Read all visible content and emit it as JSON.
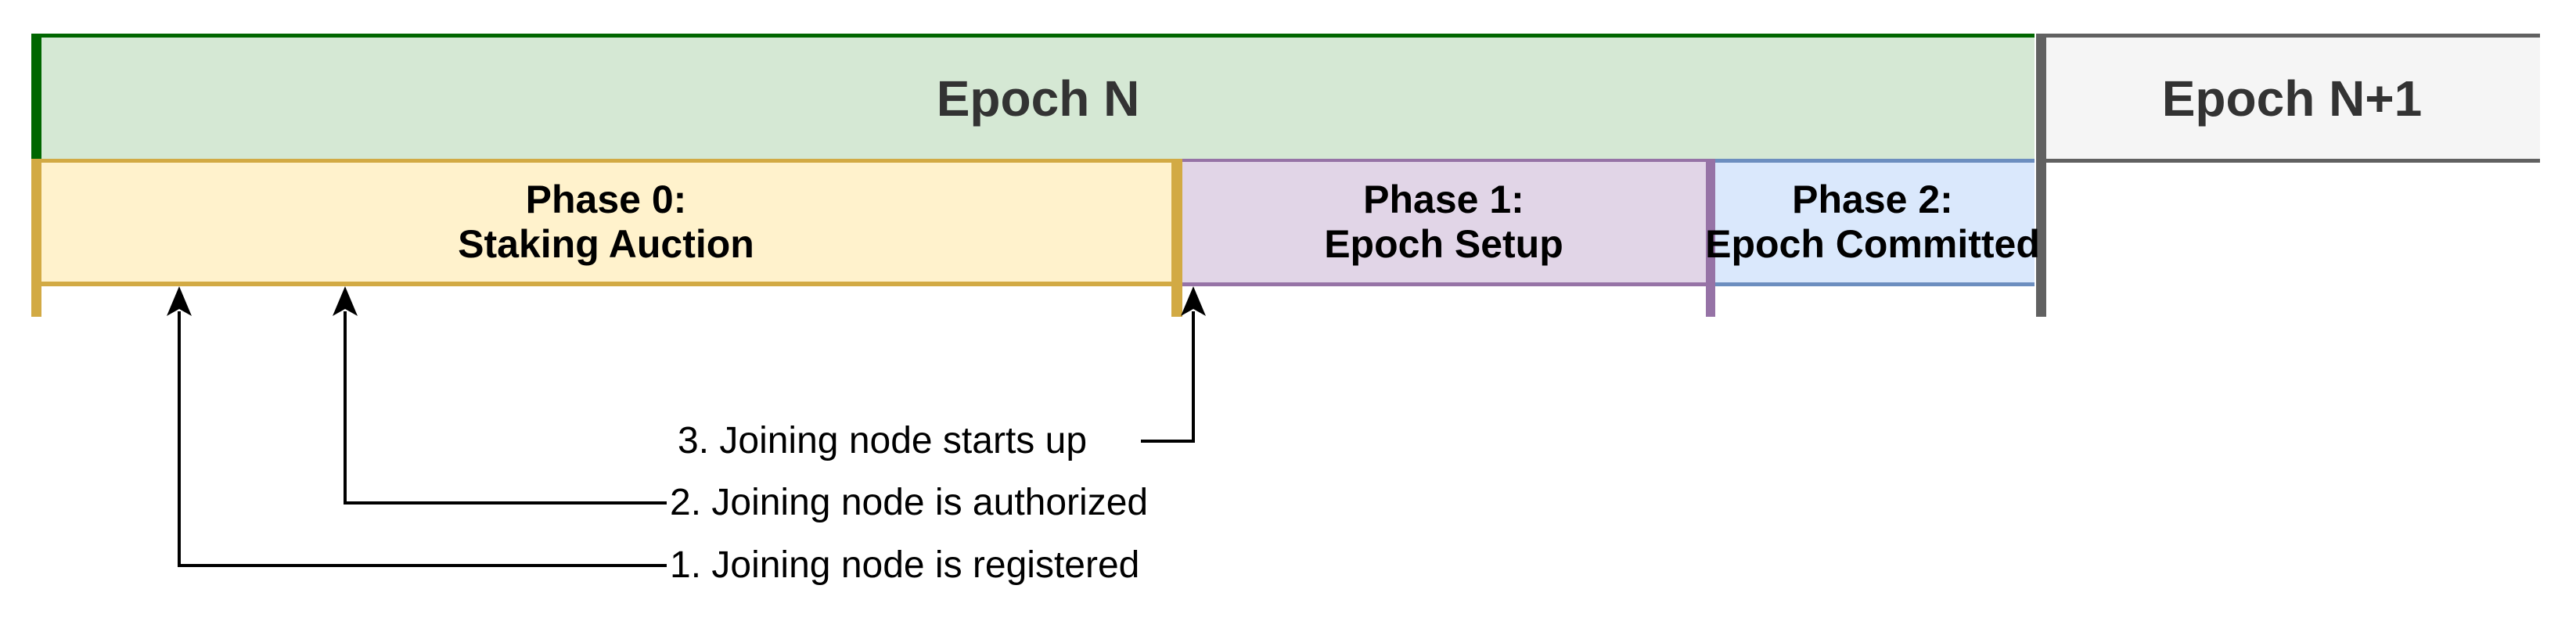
{
  "colors": {
    "background": "#ffffff",
    "epoch_n_fill": "#d5e8d4",
    "epoch_n_accent": "#006600",
    "epoch_next_fill": "#f5f5f5",
    "epoch_next_border": "#616161",
    "divider": "#616161",
    "phase0_fill": "#fff2cc",
    "phase0_border": "#d2aa44",
    "phase1_fill": "#e1d5e7",
    "phase1_border": "#9673a6",
    "phase2_fill": "#dae8fc",
    "phase2_border": "#6c8ebf",
    "epoch_text": "#333333",
    "phase_text": "#000000",
    "annotation_text": "#000000",
    "arrow": "#000000"
  },
  "timeline": {
    "epochs": [
      {
        "id": "epoch-n",
        "label": "Epoch N"
      },
      {
        "id": "epoch-n-plus-1",
        "label": "Epoch N+1"
      }
    ],
    "phases": [
      {
        "id": "phase-0",
        "title": "Phase 0:",
        "subtitle": "Staking Auction"
      },
      {
        "id": "phase-1",
        "title": "Phase 1:",
        "subtitle": "Epoch Setup"
      },
      {
        "id": "phase-2",
        "title": "Phase 2:",
        "subtitle": "Epoch Committed"
      }
    ]
  },
  "annotations": [
    {
      "id": "event-1",
      "label": "1. Joining node is registered"
    },
    {
      "id": "event-2",
      "label": "2. Joining node is authorized"
    },
    {
      "id": "event-3",
      "label": "3. Joining node starts up"
    }
  ]
}
